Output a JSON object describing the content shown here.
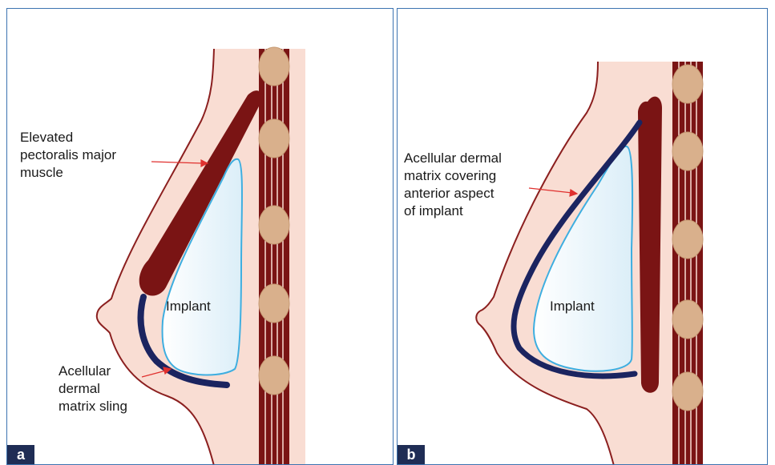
{
  "panels": [
    {
      "letter": "a",
      "implant_label": "Implant",
      "labels": {
        "muscle": [
          "Elevated",
          "pectoralis major",
          "muscle"
        ],
        "sling": [
          "Acellular",
          "dermal",
          "matrix sling"
        ]
      }
    },
    {
      "letter": "b",
      "implant_label": "Implant",
      "labels": {
        "matrix": [
          "Acellular dermal",
          "matrix covering",
          "anterior aspect",
          "of implant"
        ]
      }
    }
  ],
  "colors": {
    "skin": "#f9ddd3",
    "skin_outline": "#8b1f1f",
    "muscle": "#7a1414",
    "matrix": "#1b2460",
    "implant_outline": "#3eaee0",
    "rib": "#d9b08c",
    "arrow": "#e0302e",
    "badge": "#1f2d55",
    "border": "#3c73b0"
  }
}
